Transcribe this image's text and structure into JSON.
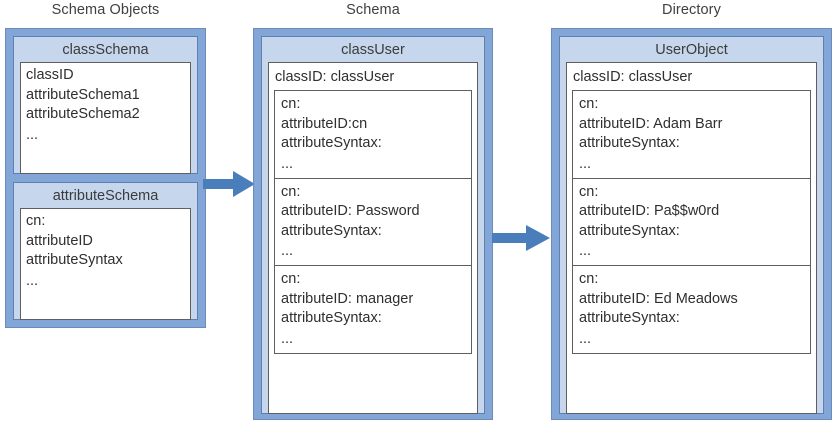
{
  "diagram": {
    "title_left": "Schema Objects",
    "title_middle": "Schema",
    "title_right": "Directory",
    "arrow_color": "#4a7ebb",
    "frame_color": "#81a6d7",
    "panel_color": "#c6d6ec",
    "ellipsis": "..."
  },
  "columns": [
    {
      "heading": "Schema Objects",
      "panels": [
        {
          "name": "classSchema",
          "lines": [
            "classID",
            "attributeSchema1",
            "attributeSchema2"
          ],
          "ellipsis": "..."
        },
        {
          "name": "attributeSchema",
          "lines": [
            "cn:",
            "attributeID",
            "attributeSyntax"
          ],
          "ellipsis": "..."
        }
      ]
    },
    {
      "heading": "Schema",
      "panels": [
        {
          "name": "classUser",
          "classid": "classID: classUser",
          "blocks": [
            {
              "lines": [
                "cn:",
                "attributeID:cn",
                "attributeSyntax:"
              ],
              "ellipsis": "..."
            },
            {
              "lines": [
                "cn:",
                "attributeID: Password",
                "attributeSyntax:"
              ],
              "ellipsis": "..."
            },
            {
              "lines": [
                "cn:",
                "attributeID: manager",
                "attributeSyntax:"
              ],
              "ellipsis": "..."
            }
          ]
        }
      ]
    },
    {
      "heading": "Directory",
      "panels": [
        {
          "name": "UserObject",
          "classid": "classID: classUser",
          "blocks": [
            {
              "lines": [
                "cn:",
                "attributeID: Adam Barr",
                "attributeSyntax:"
              ],
              "ellipsis": "..."
            },
            {
              "lines": [
                "cn:",
                "attributeID: Pa$$w0rd",
                "attributeSyntax:"
              ],
              "ellipsis": "..."
            },
            {
              "lines": [
                "cn:",
                "attributeID: Ed Meadows",
                "attributeSyntax:"
              ],
              "ellipsis": "..."
            }
          ]
        }
      ]
    }
  ],
  "arrows": [
    {
      "name": "arrow-schema-objects-to-schema"
    },
    {
      "name": "arrow-schema-to-directory"
    }
  ]
}
